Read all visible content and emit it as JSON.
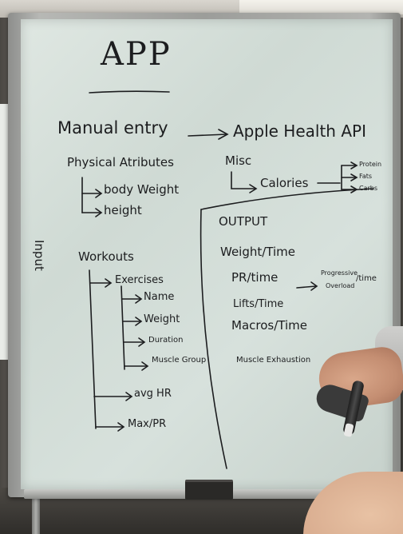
{
  "whiteboard": {
    "title": "APP",
    "manual_entry": "Manual entry",
    "apple_health": "Apple Health API",
    "physical_attributes": {
      "label": "Physical Atributes",
      "items": [
        "body Weight",
        "height"
      ]
    },
    "misc": {
      "label": "Misc",
      "calories": "Calories",
      "macros": [
        "Protein",
        "Fats",
        "Carbs"
      ]
    },
    "input_label": "Input",
    "workouts": {
      "label": "Workouts",
      "exercises": "Exercises",
      "exercise_fields": [
        "Name",
        "Weight",
        "Duration",
        "Muscle Group"
      ],
      "avg_hr": "avg HR",
      "max_pr": "Max/PR"
    },
    "output": {
      "label": "OUTPUT",
      "items": [
        "Weight/Time",
        "PR/time",
        "Lifts/Time",
        "Macros/Time",
        "Muscle Exhaustion"
      ],
      "lifts_branch": [
        "Progressive",
        "Overload"
      ],
      "lifts_branch_suffix": "/time"
    }
  }
}
